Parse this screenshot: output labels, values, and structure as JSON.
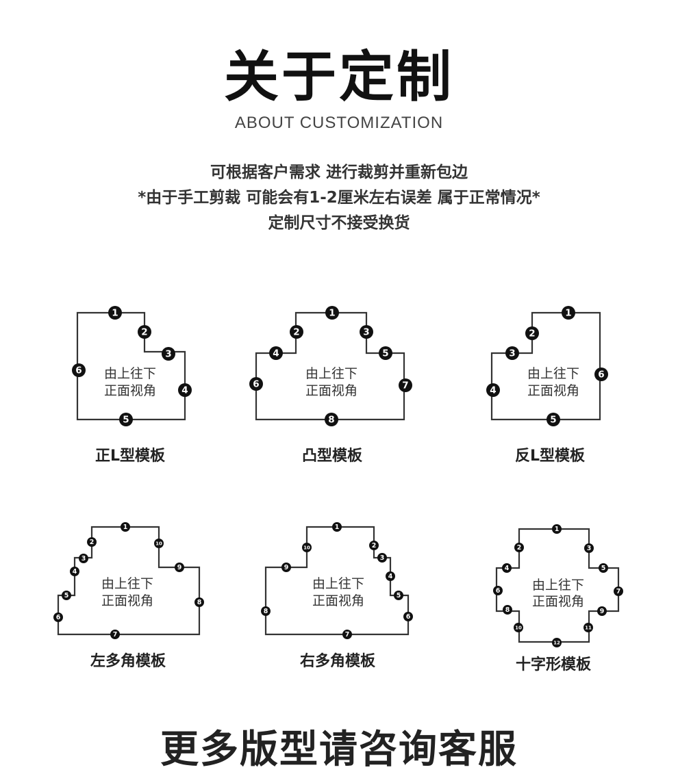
{
  "header": {
    "title": "关于定制",
    "subtitle": "ABOUT CUSTOMIZATION"
  },
  "notes": [
    "可根据客户需求  进行裁剪并重新包边",
    "*由于手工剪裁 可能会有1-2厘米左右误差 属于正常情况*",
    "定制尺寸不接受换货"
  ],
  "inner_text": [
    "由上往下",
    "正面视角"
  ],
  "diagrams": [
    {
      "name": "正L型模板",
      "markers": [
        "1",
        "2",
        "3",
        "4",
        "5",
        "6"
      ]
    },
    {
      "name": "凸型模板",
      "markers": [
        "1",
        "2",
        "3",
        "4",
        "5",
        "6",
        "7",
        "8"
      ]
    },
    {
      "name": "反L型模板",
      "markers": [
        "1",
        "2",
        "3",
        "4",
        "5",
        "6"
      ]
    },
    {
      "name": "左多角模板",
      "markers": [
        "1",
        "2",
        "3",
        "4",
        "5",
        "6",
        "7",
        "8",
        "9",
        "10"
      ]
    },
    {
      "name": "右多角模板",
      "markers": [
        "1",
        "2",
        "3",
        "4",
        "5",
        "6",
        "7",
        "8",
        "9",
        "10"
      ]
    },
    {
      "name": "十字形模板",
      "markers": [
        "1",
        "2",
        "3",
        "4",
        "5",
        "6",
        "7",
        "8",
        "9",
        "10",
        "11",
        "12"
      ]
    }
  ],
  "footer": "更多版型请咨询客服"
}
